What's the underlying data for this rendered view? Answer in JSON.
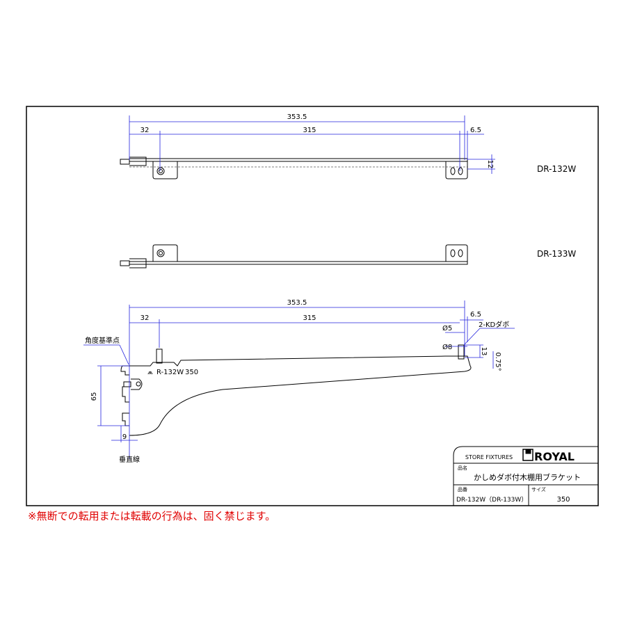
{
  "models": {
    "top": "DR-132W",
    "middle": "DR-133W"
  },
  "dims_top": {
    "overall": "353.5",
    "offset": "32",
    "pitch": "315",
    "end": "6.5",
    "height": "12"
  },
  "dims_side": {
    "overall": "353.5",
    "offset": "32",
    "pitch": "315",
    "end": "6.5",
    "phi5": "Ø5",
    "phi8": "Ø8",
    "dowel": "2-KDダボ",
    "dowel_h": "13",
    "angle": "0.75°",
    "height": "65",
    "offset9": "9"
  },
  "labels": {
    "angle_ref": "角度基準点",
    "vertical": "垂直線",
    "stamp": "R-132W",
    "stamp_size": "350"
  },
  "title_block": {
    "company_label": "STORE FIXTURES",
    "brand": "ROYAL",
    "name_label": "品名",
    "name": "かしめダボ付木棚用ブラケット",
    "part_label": "品番",
    "part": "DR-132W（DR-133W）",
    "size_label": "サイズ",
    "size": "350"
  },
  "warning": "※無断での転用または転載の行為は、固く禁じます。",
  "colors": {
    "dim": "#2222dd",
    "warning": "#e00000"
  }
}
